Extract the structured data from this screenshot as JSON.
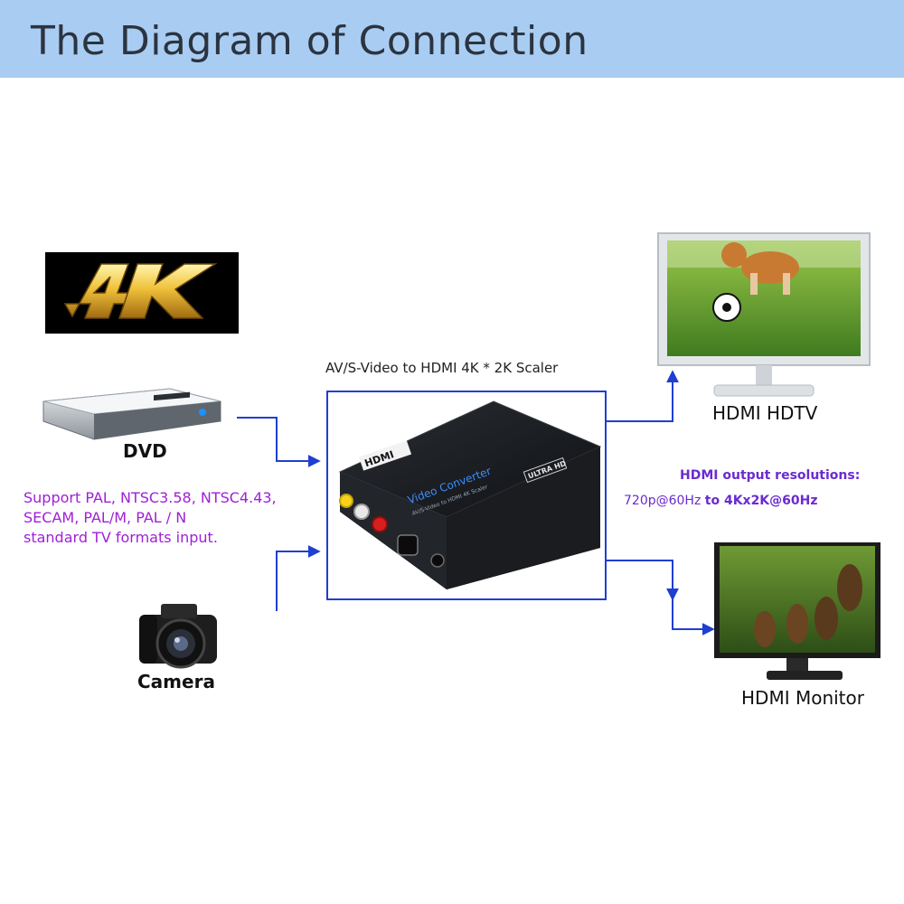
{
  "header": {
    "title": "The Diagram of Connection"
  },
  "logo_4k": {
    "text": "4K"
  },
  "devices": {
    "dvd": {
      "label": "DVD",
      "icon": "dvd-player-icon"
    },
    "camera": {
      "label": "Camera",
      "icon": "camera-icon"
    },
    "hdtv": {
      "label": "HDMI HDTV",
      "icon": "tv-icon"
    },
    "monitor": {
      "label": "HDMI Monitor",
      "icon": "monitor-icon"
    }
  },
  "input_formats": {
    "lines": [
      "Support PAL, NTSC3.58, NTSC4.43,",
      "SECAM, PAL/M, PAL / N",
      "standard TV formats input."
    ]
  },
  "converter": {
    "caption": "AV/S-Video to HDMI 4K * 2K Scaler",
    "brand": "HDMI",
    "name": "Video Converter",
    "subname": "AV/S-Video to HDMI 4K Scaler",
    "badge": "ULTRA HD"
  },
  "output": {
    "title": "HDMI output resolutions:",
    "range_from": "720p@60Hz",
    "range_to": "to 4Kx2K@60Hz"
  },
  "colors": {
    "header_bg": "#a9cdf2",
    "connector_line": "#1f3fd1",
    "accent_purple": "#a01fd8"
  }
}
